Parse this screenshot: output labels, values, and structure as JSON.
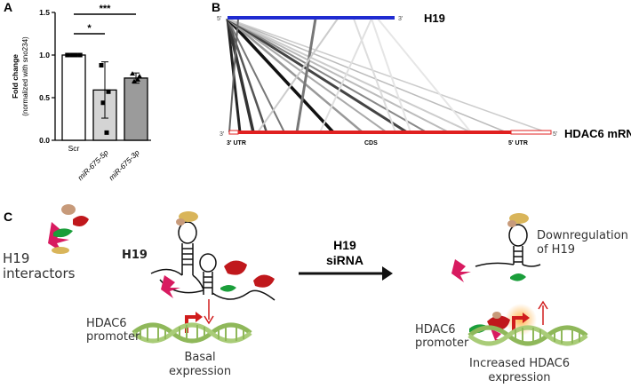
{
  "figure": {
    "panel_a": {
      "letter": "A",
      "chart_data": {
        "type": "bar",
        "categories": [
          "Scr",
          "miR-675-5p",
          "miR-675-3p"
        ],
        "values": [
          1.0,
          0.59,
          0.73
        ],
        "errors": [
          0.01,
          0.33,
          0.06
        ],
        "points": [
          [
            1.0,
            1.0,
            1.0,
            1.0
          ],
          [
            0.88,
            0.57,
            0.44,
            0.09
          ],
          [
            0.78,
            0.75,
            0.69,
            0.71
          ]
        ],
        "bar_colors": [
          "#ffffff",
          "#d4d4d4",
          "#9b9b9b"
        ],
        "ylabel": "Fold change",
        "ylabel2": "(normalized with sno234)",
        "ylim": [
          0,
          1.5
        ],
        "yticks": [
          "0.0",
          "0.5",
          "1.0",
          "1.5"
        ],
        "significance": [
          {
            "label": "*",
            "from": 0,
            "to": 1
          },
          {
            "label": "***",
            "from": 0,
            "to": 2
          }
        ]
      }
    },
    "panel_b": {
      "letter": "B",
      "top_label": "H19",
      "top_5": "5'",
      "top_3": "3'",
      "bottom_label": "HDAC6 mRNA",
      "bottom_3": "3'",
      "bottom_5": "5'",
      "utr3_label": "3' UTR",
      "cds_label": "CDS",
      "utr5_label": "5' UTR",
      "colors": {
        "h19": "#1f2bd1",
        "hdac6": "#e02020"
      }
    },
    "panel_c": {
      "letter": "C",
      "h19_interactors": "H19\ninteractors",
      "h19_label": "H19",
      "hdac6_promoter_left": "HDAC6\npromoter",
      "basal_expression": "Basal\nexpression",
      "sirna_label": "H19\nsiRNA",
      "downregulation": "Downregulation\nof H19",
      "hdac6_promoter_right": "HDAC6\npromoter",
      "increased_expression": "Increased HDAC6\nexpression"
    }
  }
}
